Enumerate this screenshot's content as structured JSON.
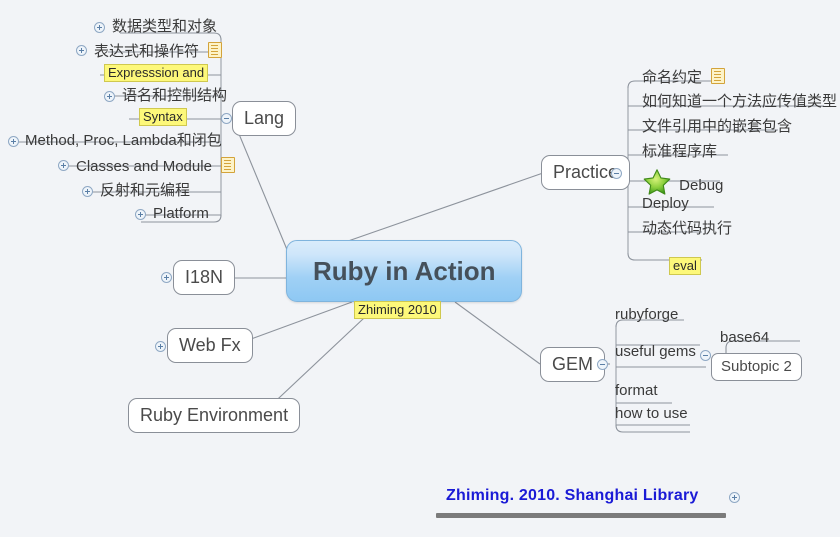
{
  "document": {
    "type": "mind-map",
    "background_color": "#f2f4f7",
    "root": {
      "label": "Ruby in Action",
      "note_label": "Zhiming 2010",
      "accent_color": "#9fd0f5",
      "text_color": "#45505a"
    }
  },
  "branches": {
    "lang": {
      "label": "Lang",
      "toggle": "minus",
      "children": [
        {
          "label": "数据类型和对象",
          "toggle": "plus",
          "note": false
        },
        {
          "label": "表达式和操作符",
          "toggle": "plus",
          "note": true,
          "callout": "Expresssion and"
        },
        {
          "label": "语名和控制结构",
          "toggle": "plus",
          "note": false,
          "callout": "Syntax"
        },
        {
          "label": "Method, Proc, Lambda和闭包",
          "toggle": "plus",
          "note": false
        },
        {
          "label": "Classes and Module",
          "toggle": "plus",
          "note": true
        },
        {
          "label": "反射和元编程",
          "toggle": "plus",
          "note": false
        },
        {
          "label": "Platform",
          "toggle": "plus",
          "note": false
        }
      ]
    },
    "practice": {
      "label": "Practice",
      "toggle": "minus",
      "children": [
        {
          "label": "命名约定",
          "note": true,
          "icon": null
        },
        {
          "label": "如何知道一个方法应传值类型",
          "note": false,
          "icon": null
        },
        {
          "label": "文件引用中的嵌套包含",
          "note": false,
          "icon": null
        },
        {
          "label": "标准程序库",
          "note": false,
          "icon": null
        },
        {
          "label": "Debug",
          "note": false,
          "icon": "green-star"
        },
        {
          "label": "Deploy",
          "note": false,
          "icon": null
        },
        {
          "label": "动态代码执行",
          "note": false,
          "icon": null,
          "callout": "eval"
        }
      ]
    },
    "gem": {
      "label": "GEM",
      "toggle": "minus",
      "children": [
        {
          "label": "rubyforge"
        },
        {
          "label": "useful gems",
          "toggle": "minus",
          "children": [
            {
              "label": "base64",
              "boxed": false
            },
            {
              "label": "Subtopic 2",
              "boxed": true
            }
          ]
        },
        {
          "label": "format"
        },
        {
          "label": "how to use"
        }
      ]
    },
    "i18n": {
      "label": "I18N",
      "toggle": "plus"
    },
    "webfx": {
      "label": "Web Fx",
      "toggle": "plus"
    },
    "environment": {
      "label": "Ruby Environment",
      "toggle": null
    }
  },
  "footer": {
    "label": "Zhiming. 2010. Shanghai Library",
    "toggle": "plus",
    "color": "#1a1ad6"
  }
}
